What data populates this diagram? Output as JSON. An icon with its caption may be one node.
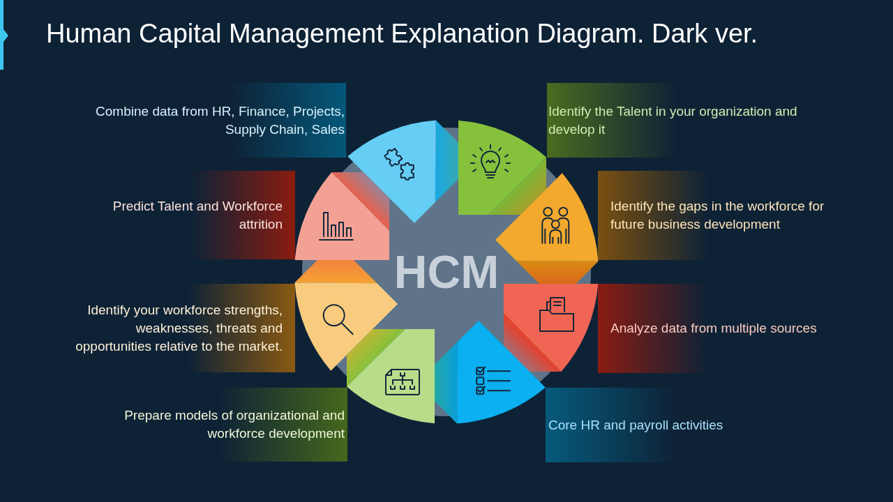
{
  "diagram": {
    "title": "Human Capital Management Explanation Diagram. Dark ver.",
    "nodes": [
      {
        "text": [
          "HCM"
        ]
      },
      {
        "text": [
          "Combine data from HR, Finance, Projects, Supply Chain, Sales"
        ]
      },
      {
        "text": [
          "Identify the Talent in your organization and develop it"
        ]
      },
      {
        "text": [
          "Predict Talent and Workforce attrition"
        ]
      },
      {
        "text": [
          "Identify the gaps in the workforce for future business development"
        ]
      },
      {
        "text": [
          "Identify your workforce strengths, weaknesses, threats and opportunities relative to the market."
        ]
      },
      {
        "text": [
          "Analyze data from multiple sources"
        ]
      },
      {
        "text": [
          "Prepare models of organizational and workforce development"
        ]
      },
      {
        "text": [
          "Core HR and payroll activities"
        ]
      },
      {
        "text": [],
        "shape": "sector"
      },
      {
        "text": [],
        "shape": "sector"
      },
      {
        "text": [],
        "shape": "sector"
      },
      {
        "text": [],
        "shape": "sector"
      },
      {
        "text": [],
        "shape": "sector"
      },
      {
        "text": [],
        "shape": "sector"
      },
      {
        "text": [],
        "shape": "sector"
      },
      {
        "text": [],
        "shape": "sector"
      }
    ]
  }
}
